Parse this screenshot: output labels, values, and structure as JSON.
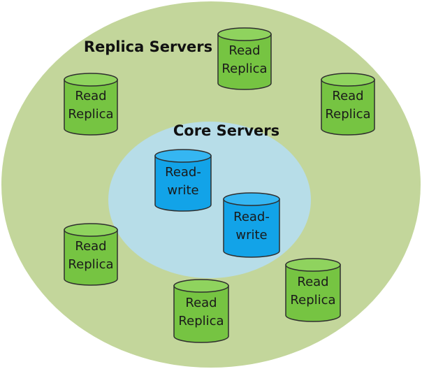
{
  "zones": {
    "outer": {
      "label": "Replica Servers",
      "fill": "#c3d69b",
      "stroke": "#c3d69b"
    },
    "inner": {
      "label": "Core Servers",
      "fill": "#b7dde8",
      "stroke": "#9cc9d9"
    }
  },
  "cylinder_colors": {
    "read_replica": {
      "body": "#76c442",
      "top": "#8fd35e",
      "stroke": "#2e2e2e"
    },
    "read_write": {
      "body": "#12a3e8",
      "top": "#35b6f2",
      "stroke": "#2e2e2e"
    }
  },
  "servers": [
    {
      "type": "read_replica",
      "line1": "Read",
      "line2": "Replica"
    },
    {
      "type": "read_replica",
      "line1": "Read",
      "line2": "Replica"
    },
    {
      "type": "read_replica",
      "line1": "Read",
      "line2": "Replica"
    },
    {
      "type": "read_write",
      "line1": "Read-",
      "line2": "write"
    },
    {
      "type": "read_write",
      "line1": "Read-",
      "line2": "write"
    },
    {
      "type": "read_replica",
      "line1": "Read",
      "line2": "Replica"
    },
    {
      "type": "read_replica",
      "line1": "Read",
      "line2": "Replica"
    },
    {
      "type": "read_replica",
      "line1": "Read",
      "line2": "Replica"
    }
  ]
}
